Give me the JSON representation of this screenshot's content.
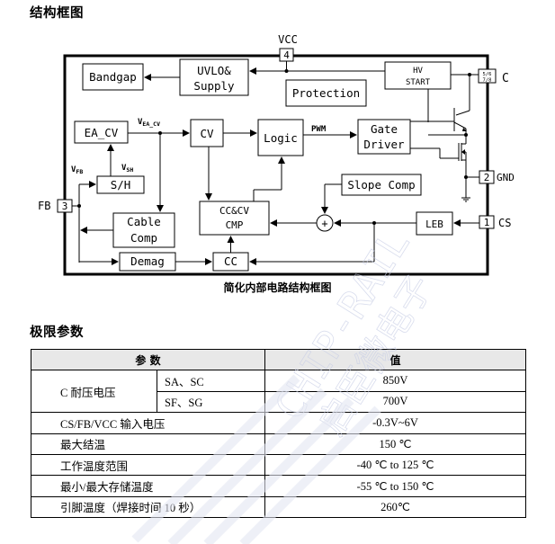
{
  "section1": {
    "title": "结构框图"
  },
  "diagram": {
    "caption": "简化内部电路结构框图",
    "pins": {
      "vcc": {
        "name": "VCC",
        "number": "4"
      },
      "c": {
        "name": "C",
        "number_top": "5/6",
        "number_bottom": "7/8"
      },
      "gnd": {
        "name": "GND",
        "number": "2"
      },
      "fb": {
        "name": "FB",
        "number": "3"
      },
      "cs": {
        "name": "CS",
        "number": "1"
      }
    },
    "blocks": {
      "bandgap": "Bandgap",
      "uvlo_line1": "UVLO&",
      "uvlo_line2": "Supply",
      "protection": "Protection",
      "hv_line1": "HV",
      "hv_line2": "START",
      "ea_cv": "EA_CV",
      "cv": "CV",
      "logic": "Logic",
      "gate_line1": "Gate",
      "gate_line2": "Driver",
      "sh": "S/H",
      "slope_comp": "Slope Comp",
      "cable_line1": "Cable",
      "cable_line2": "Comp",
      "cccv_line1": "CC&CV",
      "cccv_line2": "CMP",
      "leb": "LEB",
      "demag": "Demag",
      "cc": "CC",
      "sum": "+"
    },
    "signals": {
      "v_ea_cv_main": "V",
      "v_ea_cv_sub": "EA_CV",
      "v_fb_main": "V",
      "v_fb_sub": "FB",
      "v_sh_main": "V",
      "v_sh_sub": "SH",
      "pwm": "PWM"
    }
  },
  "section2": {
    "title": "极限参数"
  },
  "table": {
    "headers": {
      "param": "参 数",
      "value": "值"
    },
    "rows": [
      {
        "param": "C 耐压电压",
        "sub": "SA、SC",
        "value": "850V"
      },
      {
        "param": "",
        "sub": "SF、SG",
        "value": "700V"
      },
      {
        "param": "CS/FB/VCC 输入电压",
        "value": "-0.3V~6V"
      },
      {
        "param": "最大结温",
        "value": "150 ℃"
      },
      {
        "param": "工作温度范围",
        "value": "-40 ℃ to 125 ℃"
      },
      {
        "param": "最小/最大存储温度",
        "value": "-55 ℃ to 150 ℃"
      },
      {
        "param": "引脚温度（焊接时间 10 秒）",
        "value": "260℃"
      }
    ]
  },
  "watermark": {
    "text_en": "CHIP-RAIL",
    "text_cn": "启臣微电子"
  }
}
